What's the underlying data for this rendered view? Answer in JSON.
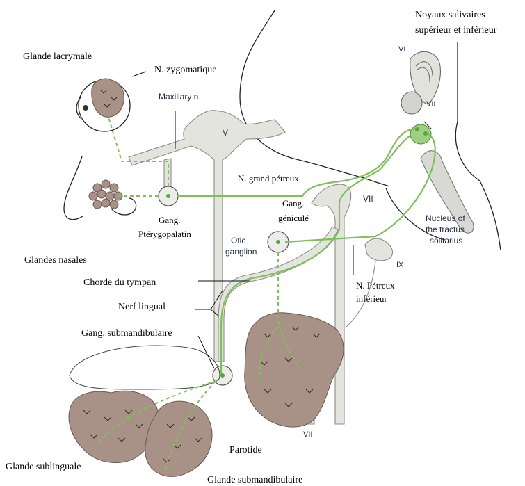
{
  "labels": {
    "noyaux_salivaires_1": "Noyaux salivaires",
    "noyaux_salivaires_2": "supérieur et inférieur",
    "glande_lacrymale": "Glande lacrymale",
    "n_zygomatique": "N. zygomatique",
    "maxillary_n": "Maxillary n.",
    "roman_v": "V",
    "roman_vi": "VI",
    "roman_vii_top": "VII",
    "roman_vii_mid": "VII",
    "roman_vii_bottom": "VII",
    "roman_ix": "IX",
    "n_grand_petreux": "N. grand pétreux",
    "gang_genicule_1": "Gang.",
    "gang_genicule_2": "géniculé",
    "nucleus_1": "Nucleus of",
    "nucleus_2": "the tractus",
    "nucleus_3": "solitarius",
    "gang_pterygo_1": "Gang.",
    "gang_pterygo_2": "Ptérygopalatin",
    "glandes_nasales": "Glandes nasales",
    "otic_1": "Otic",
    "otic_2": "ganglion",
    "chorde": "Chorde du tympan",
    "n_petreux_inf_1": "N. Pétreux",
    "n_petreux_inf_2": "inférieur",
    "nerf_lingual": "Nerf lingual",
    "gang_submandibulaire": "Gang. submandibulaire",
    "parotide": "Parotide",
    "glande_sublinguale": "Glande sublinguale",
    "glande_submandibulaire": "Glande submandibulaire"
  },
  "colors": {
    "parasympathetic_fiber": "#7fc05a",
    "nerve_fill": "#e4e4de",
    "gland_fill": "#a89288"
  }
}
